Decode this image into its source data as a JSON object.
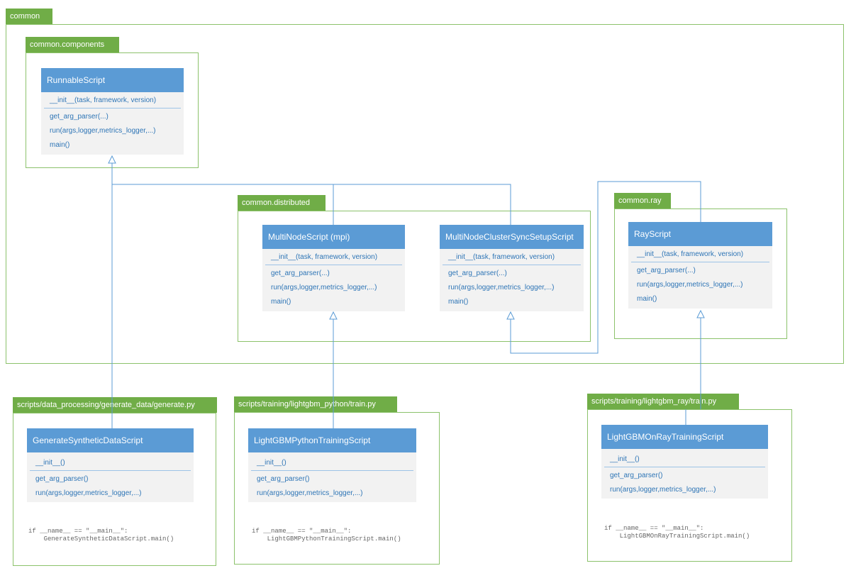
{
  "colors": {
    "package_border": "#8cc26b",
    "package_tab": "#70ad47",
    "class_header": "#5b9bd5",
    "class_body": "#f2f2f2",
    "member_text": "#2e75b6",
    "connector": "#5b9bd5"
  },
  "packages": {
    "common": "common",
    "components": "common.components",
    "distributed": "common.distributed",
    "ray": "common.ray",
    "generate": "scripts/data_processing/generate_data/generate.py",
    "lgbm_python": "scripts/training/lightgbm_python/train.py",
    "lgbm_ray": "scripts/training/lightgbm_ray/train.py"
  },
  "classes": {
    "runnable": {
      "name": "RunnableScript",
      "members": [
        "__init__(task, framework, version)",
        "get_arg_parser(...)",
        "run(args,logger,metrics_logger,...)",
        "main()"
      ]
    },
    "multinode": {
      "name": "MultiNodeScript (mpi)",
      "members": [
        "__init__(task, framework, version)",
        "get_arg_parser(...)",
        "run(args,logger,metrics_logger,...)",
        "main()"
      ]
    },
    "clustersync": {
      "name": "MultiNodeClusterSyncSetupScript",
      "members": [
        "__init__(task, framework, version)",
        "get_arg_parser(...)",
        "run(args,logger,metrics_logger,...)",
        "main()"
      ]
    },
    "ray": {
      "name": "RayScript",
      "members": [
        "__init__(task, framework, version)",
        "get_arg_parser(...)",
        "run(args,logger,metrics_logger,...)",
        "main()"
      ]
    },
    "generate": {
      "name": "GenerateSyntheticDataScript",
      "members": [
        "__init__()",
        "get_arg_parser()",
        "run(args,logger,metrics_logger,...)"
      ]
    },
    "lgbm_python": {
      "name": "LightGBMPythonTrainingScript",
      "members": [
        "__init__()",
        "get_arg_parser()",
        "run(args,logger,metrics_logger,...)"
      ]
    },
    "lgbm_ray": {
      "name": "LightGBMOnRayTrainingScript",
      "members": [
        "__init__()",
        "get_arg_parser()",
        "run(args,logger,metrics_logger,...)"
      ]
    }
  },
  "code": {
    "generate": "if __name__ == \"__main__\":\n    GenerateSyntheticDataScript.main()",
    "lgbm_python": "if __name__ == \"__main__\":\n    LightGBMPythonTrainingScript.main()",
    "lgbm_ray": "if __name__ == \"__main__\":\n    LightGBMOnRayTrainingScript.main()"
  }
}
